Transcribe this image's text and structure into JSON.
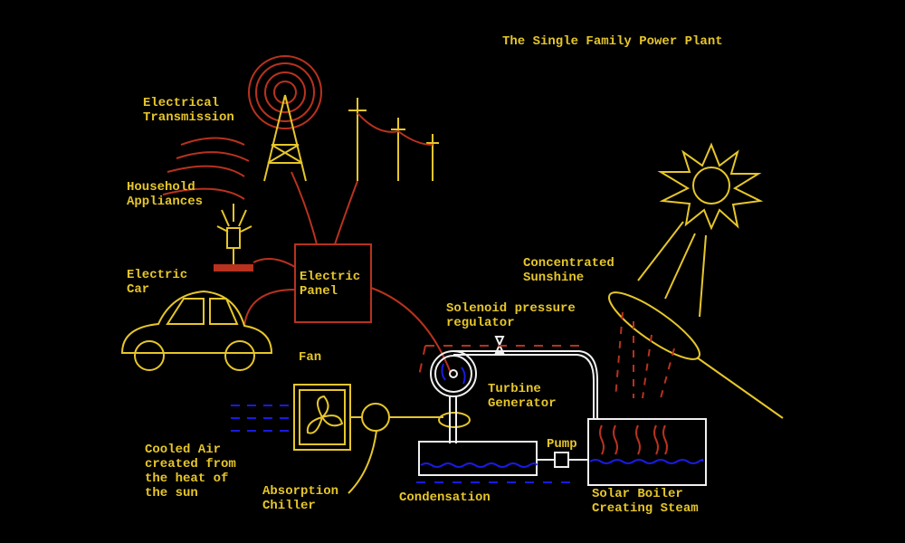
{
  "title": "The Single Family Power Plant",
  "labels": {
    "transmission": [
      "Electrical",
      "Transmission"
    ],
    "appliances": [
      "Household",
      "Appliances"
    ],
    "car": [
      "Electric",
      "Car"
    ],
    "panel": [
      "Electric",
      "Panel"
    ],
    "solenoid": [
      "Solenoid pressure",
      "regulator"
    ],
    "sunshine": [
      "Concentrated",
      "Sunshine"
    ],
    "fan": "Fan",
    "turbine": [
      "Turbine",
      "Generator"
    ],
    "pump": "Pump",
    "cooled_air": [
      "Cooled Air",
      "created from",
      "the heat of",
      "the sun"
    ],
    "chiller": [
      "Absorption",
      "Chiller"
    ],
    "condensation": "Condensation",
    "boiler": [
      "Solar Boiler",
      "Creating Steam"
    ]
  },
  "colors": {
    "label": "#e6c62a",
    "electric": "#b8321e",
    "water": "#1a1ae0",
    "pipe": "#f0f0f0"
  }
}
